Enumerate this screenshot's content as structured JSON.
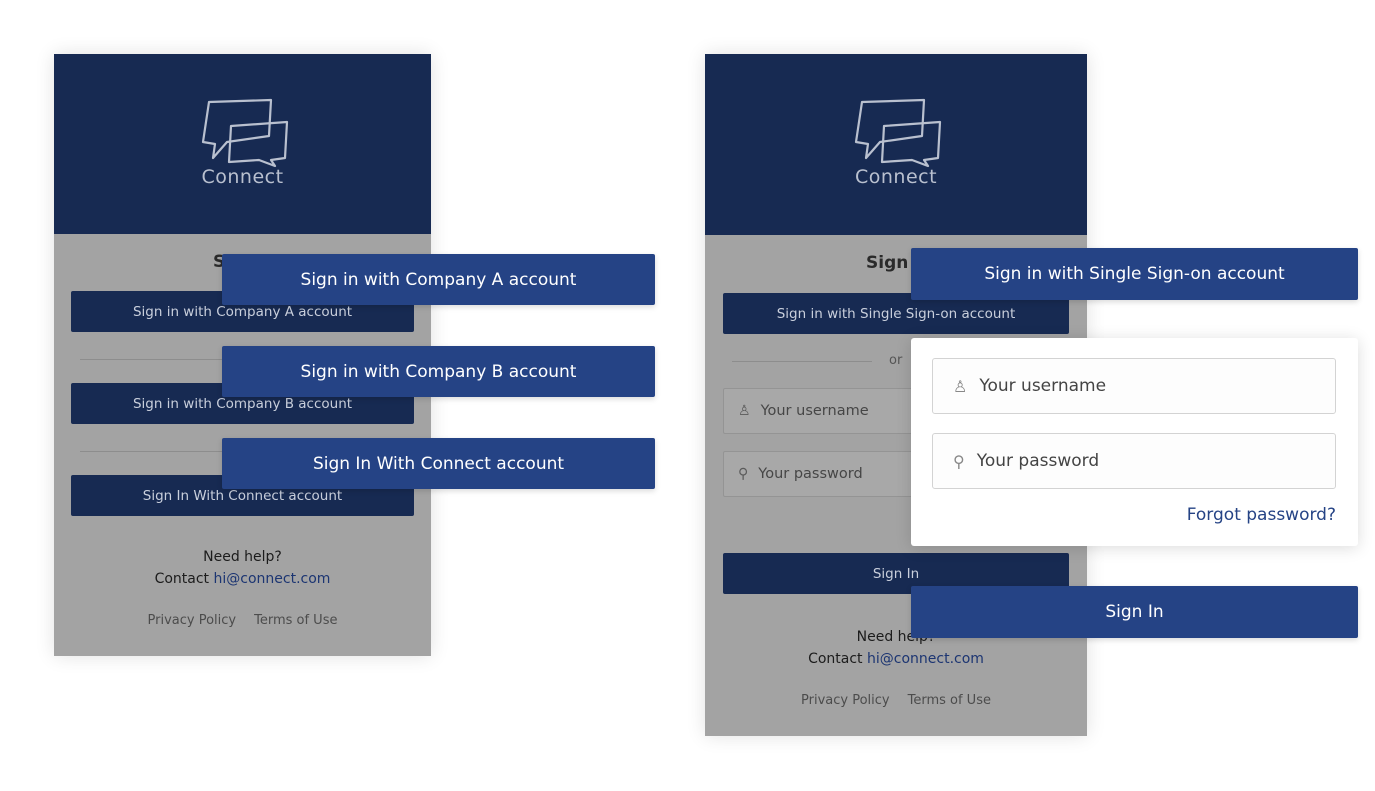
{
  "brand": {
    "logo_text": "Connect"
  },
  "left_screen": {
    "title": "S",
    "buttons": [
      "Sign in with Company A account",
      "Sign in with Company B account",
      "Sign In With Connect account"
    ],
    "help": {
      "line1": "Need help?",
      "contact_prefix": "Contact ",
      "email": "hi@connect.com"
    },
    "footer": {
      "privacy": "Privacy Policy",
      "terms": "Terms of Use"
    }
  },
  "left_callouts": [
    "Sign in with Company A account",
    "Sign in with Company B account",
    "Sign In With Connect account"
  ],
  "right_screen": {
    "title": "Sign I",
    "sso_button": "Sign in with Single Sign-on account",
    "or_label": "or",
    "username_placeholder": "Your username",
    "password_placeholder": "Your password",
    "signin_button": "Sign In",
    "help": {
      "line1": "Need help?",
      "contact_prefix": "Contact ",
      "email": "hi@connect.com"
    },
    "footer": {
      "privacy": "Privacy Policy",
      "terms": "Terms of Use"
    }
  },
  "right_callouts": {
    "sso_button": "Sign in with Single Sign-on account",
    "username_placeholder": "Your username",
    "password_placeholder": "Your password",
    "forgot_password": "Forgot password?",
    "signin_button": "Sign In"
  },
  "icons": {
    "user": "user-icon",
    "key": "key-icon",
    "logo": "chat-bubbles-logo"
  },
  "colors": {
    "header_navy": "#172a52",
    "callout_blue": "#254385",
    "overlay_gray": "#a3a3a3"
  }
}
